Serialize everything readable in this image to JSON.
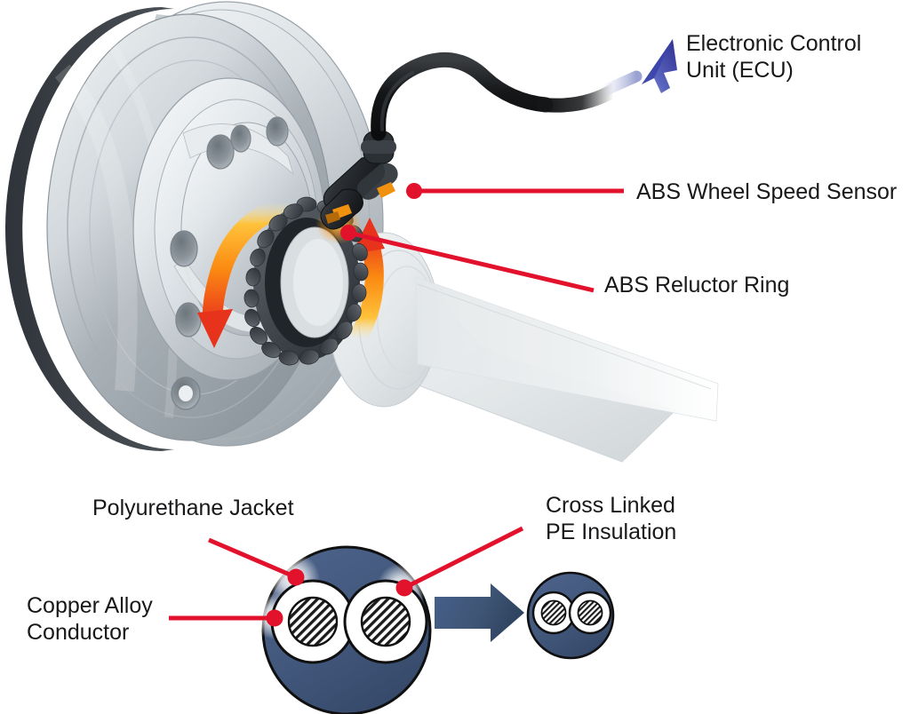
{
  "diagram": {
    "title": "ABS Wheel Speed Sensor and Cable Cross-Section Diagram",
    "background_color": "#ffffff",
    "leader_color": "#e3122c",
    "text_color": "#18181a"
  },
  "labels": {
    "ecu": "Electronic Control\nUnit (ECU)",
    "sensor": "ABS Wheel Speed Sensor",
    "reluctor": "ABS Reluctor Ring",
    "jacket": "Polyurethane Jacket",
    "insulation": "Cross Linked\nPE Insulation",
    "conductor": "Copper Alloy\nConductor"
  },
  "upper_assembly": {
    "name": "brake-rotor-hub-assembly",
    "parts": [
      {
        "name": "brake-rotor-disc",
        "color": "#b9c0c4"
      },
      {
        "name": "rotor-vent-fins",
        "color": "#3c4247"
      },
      {
        "name": "wheel-hub-flange",
        "color": "#cdd3d7"
      },
      {
        "name": "lug-bolt-hole",
        "count": 5,
        "color": "#8d959b"
      },
      {
        "name": "abs-reluctor-ring",
        "color": "#474d53",
        "teeth": 26
      },
      {
        "name": "abs-wheel-speed-sensor",
        "color": "#2b2f33"
      },
      {
        "name": "sensor-cable",
        "color": "#191b1d"
      },
      {
        "name": "cv-axle-shaft",
        "color": "#eceef0"
      },
      {
        "name": "rotation-arrow",
        "count": 2,
        "color_start": "#ffb000",
        "color_end": "#e8331c"
      },
      {
        "name": "ecu-arrow",
        "color_start": "#6f79c9",
        "color_end": "#2e2f91"
      }
    ]
  },
  "cable_section": {
    "name": "cable-cross-section",
    "jacket_color": "#41577b",
    "insulation_color": "#ffffff",
    "conductor_hatch_color": "#1c1c1c",
    "outline_color": "#101010",
    "transition_arrow_color": "#3f5575",
    "large_cable": {
      "name": "large-cable-cross-section",
      "conductors": 2
    },
    "small_cable": {
      "name": "small-cable-cross-section",
      "conductors": 2
    }
  }
}
